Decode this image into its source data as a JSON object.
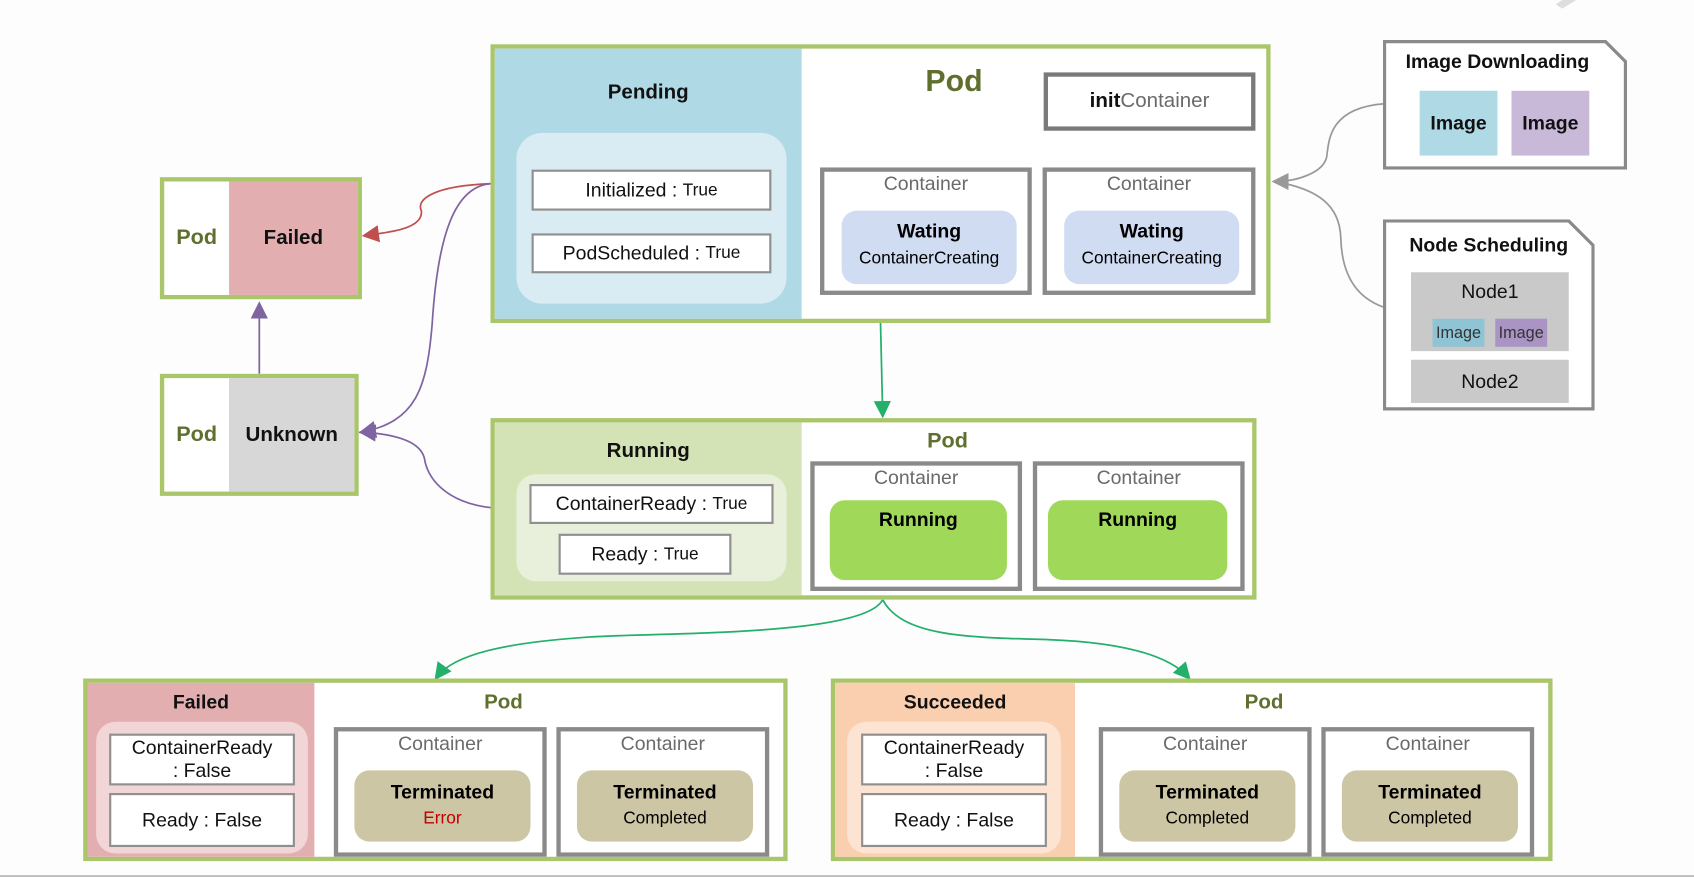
{
  "pending_pod": {
    "phase": "Pending",
    "pod_label": "Pod",
    "conditions": [
      {
        "name": "Initialized",
        "value": "True"
      },
      {
        "name": "PodScheduled",
        "value": "True"
      }
    ],
    "init_container": {
      "bold": "init",
      "rest": "Container"
    },
    "containers": [
      {
        "title": "Container",
        "state": "Wating",
        "reason": "ContainerCreating"
      },
      {
        "title": "Container",
        "state": "Wating",
        "reason": "ContainerCreating"
      }
    ]
  },
  "failed_small": {
    "pod_label": "Pod",
    "phase": "Failed"
  },
  "unknown_small": {
    "pod_label": "Pod",
    "phase": "Unknown"
  },
  "running_pod": {
    "phase": "Running",
    "pod_label": "Pod",
    "conditions": [
      {
        "name": "ContainerReady",
        "value": "True"
      },
      {
        "name": "Ready",
        "value": "True"
      }
    ],
    "containers": [
      {
        "title": "Container",
        "state": "Running"
      },
      {
        "title": "Container",
        "state": "Running"
      }
    ]
  },
  "failed_pod": {
    "phase": "Failed",
    "pod_label": "Pod",
    "conditions": [
      {
        "name": "ContainerReady",
        "value": "False"
      },
      {
        "name": "Ready",
        "value": "False"
      }
    ],
    "containers": [
      {
        "title": "Container",
        "state": "Terminated",
        "reason": "Error"
      },
      {
        "title": "Container",
        "state": "Terminated",
        "reason": "Completed"
      }
    ]
  },
  "succeeded_pod": {
    "phase": "Succeeded",
    "pod_label": "Pod",
    "conditions": [
      {
        "name": "ContainerReady",
        "value": "False"
      },
      {
        "name": "Ready",
        "value": "False"
      }
    ],
    "containers": [
      {
        "title": "Container",
        "state": "Terminated",
        "reason": "Completed"
      },
      {
        "title": "Container",
        "state": "Terminated",
        "reason": "Completed"
      }
    ]
  },
  "image_downloading": {
    "title": "Image Downloading",
    "images": [
      "Image",
      "Image"
    ]
  },
  "node_scheduling": {
    "title": "Node Scheduling",
    "nodes": [
      {
        "name": "Node1",
        "images": [
          "Image",
          "Image"
        ]
      },
      {
        "name": "Node2"
      }
    ]
  },
  "colors": {
    "pod_border": "#a9c66b",
    "pending": "#b0d9e6",
    "running": "#d4e3b6",
    "failed": "#e3aeb0",
    "succeeded": "#f9cfb0",
    "unknown": "#d7d7d7",
    "waiting_pill": "#cfdcf2",
    "running_pill": "#a0d95a",
    "terminated_pill": "#cdc6a5",
    "error_text": "#c00000"
  }
}
